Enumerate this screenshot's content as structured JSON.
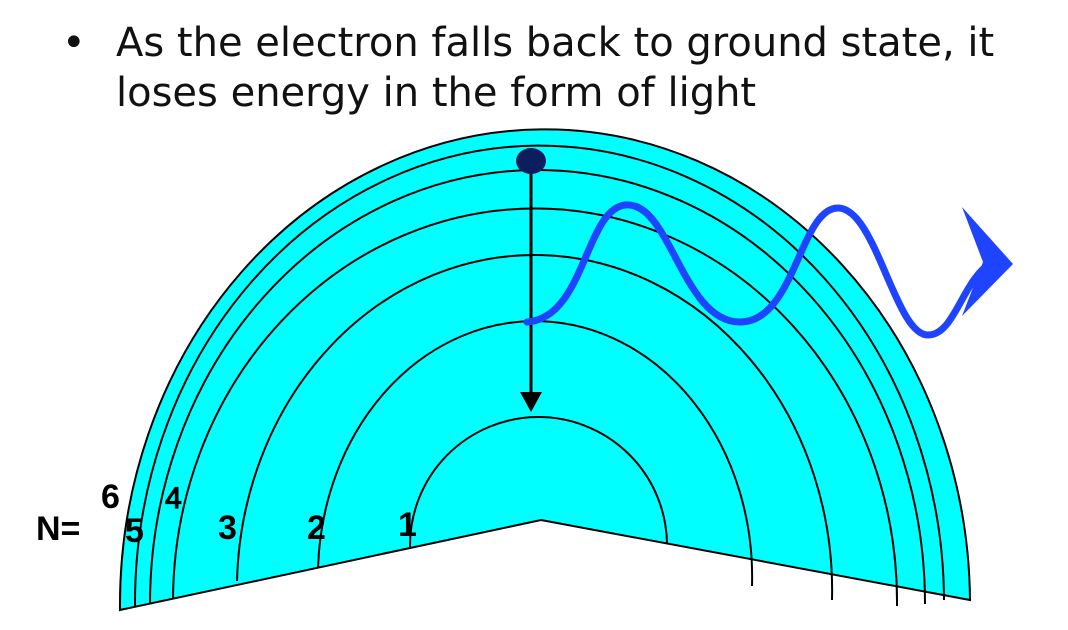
{
  "slide": {
    "bullet_symbol": "•",
    "bullet_text_line1": "As the electron falls back to ground state, it",
    "bullet_text_line2": "loses energy in the form of light"
  },
  "diagram": {
    "level_prefix": "N=",
    "level_labels": [
      "1",
      "2",
      "3",
      "4",
      "5",
      "6"
    ],
    "colors": {
      "atom_fill": "#00ffff",
      "shell_stroke": "#000000",
      "electron": "#0b1f5e",
      "photon_wave": "#1f44ff"
    },
    "icons": [
      "electron-dot",
      "transition-arrow",
      "photon-wave-arrow"
    ]
  }
}
